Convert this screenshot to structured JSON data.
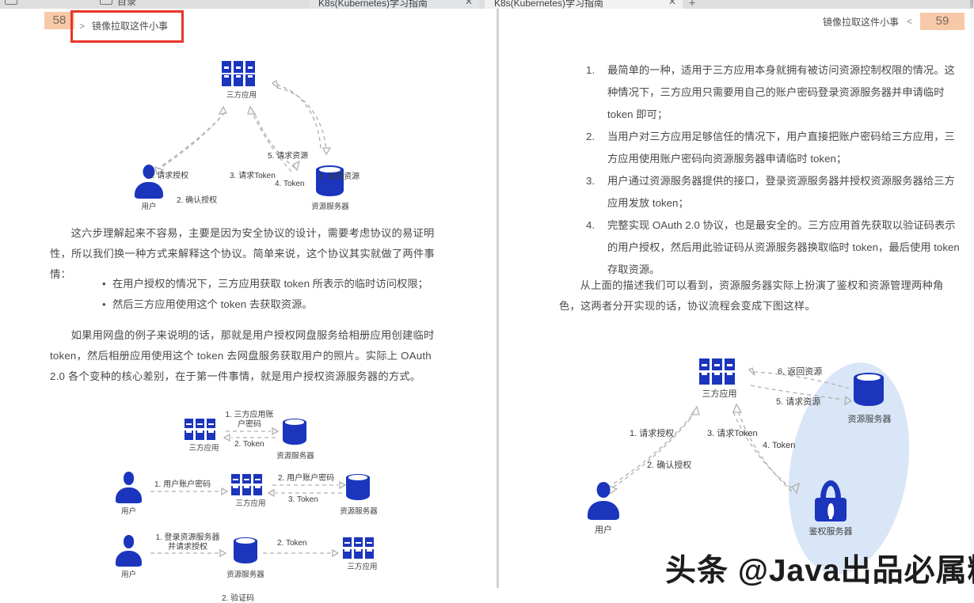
{
  "browser": {
    "icons": [
      "sidebar-panel-icon",
      "reader-panel-icon"
    ],
    "bookmark_label": "目录",
    "tabs": [
      {
        "title": "K8s(Kubernetes)学习指南",
        "close": "✕",
        "active": false
      },
      {
        "title": "K8s(Kubernetes)学习指南",
        "close": "✕",
        "active": true
      }
    ],
    "new_tab_label": "+"
  },
  "left_page": {
    "page_number": "58",
    "breadcrumb_chevron": ">",
    "breadcrumb_title": "镜像拉取这件小事",
    "paragraphs": [
      "这六步理解起来不容易，主要是因为安全协议的设计，需要考虑协议的易证明性，所以我们换一种方式来解释这个协议。简单来说，这个协议其实就做了两件事情：",
      "如果用网盘的例子来说明的话，那就是用户授权网盘服务给相册应用创建临时 token，然后相册应用使用这个 token 去网盘服务获取用户的照片。实际上 OAuth 2.0 各个变种的核心差别，在于第一件事情，就是用户授权资源服务器的方式。"
    ],
    "bullets": [
      "在用户授权的情况下，三方应用获取 token 所表示的临时访问权限；",
      "然后三方应用使用这个 token 去获取资源。"
    ]
  },
  "right_page": {
    "page_number": "59",
    "breadcrumb_title": "镜像拉取这件小事",
    "breadcrumb_chevron": "<",
    "numbered_items": [
      {
        "num": "1.",
        "text": "最简单的一种，适用于三方应用本身就拥有被访问资源控制权限的情况。这种情况下，三方应用只需要用自己的账户密码登录资源服务器并申请临时 token 即可；"
      },
      {
        "num": "2.",
        "text": "当用户对三方应用足够信任的情况下，用户直接把账户密码给三方应用，三方应用使用账户密码向资源服务器申请临时 token；"
      },
      {
        "num": "3.",
        "text": "用户通过资源服务器提供的接口，登录资源服务器并授权资源服务器给三方应用发放 token；"
      },
      {
        "num": "4.",
        "text": "完整实现 OAuth 2.0 协议，也是最安全的。三方应用首先获取以验证码表示的用户授权，然后用此验证码从资源服务器换取临时 token，最后使用 token 存取资源。"
      }
    ],
    "paragraph": "从上面的描述我们可以看到，资源服务器实际上扮演了鉴权和资源管理两种角色，这两者分开实现的话，协议流程会变成下图这样。"
  },
  "diagram_top_left": {
    "nodes": {
      "app": "三方应用",
      "user": "用户",
      "resource_server": "资源服务器"
    },
    "steps": [
      "1. 请求授权",
      "2. 确认授权",
      "3. 请求Token",
      "4. Token",
      "5. 请求资源",
      "6. 返回资源"
    ]
  },
  "diagram_bottom_left": {
    "row1": {
      "app": "三方应用",
      "resource_server": "资源服务器",
      "step1": "1. 三方应用账户密码",
      "step2": "2. Token"
    },
    "row2": {
      "user": "用户",
      "app": "三方应用",
      "resource_server": "资源服务器",
      "step1": "1. 用户账户密码",
      "step2": "2. 用户账户密码",
      "step3": "3. Token"
    },
    "row3": {
      "user": "用户",
      "resource_server": "资源服务器",
      "app": "三方应用",
      "step1": "1. 登录资源服务器并请求授权",
      "step2": "2. Token"
    },
    "row4": {
      "step": "2. 验证码"
    }
  },
  "diagram_right": {
    "nodes": {
      "app": "三方应用",
      "user": "用户",
      "resource_server": "资源服务器",
      "auth_server": "鉴权服务器"
    },
    "steps": [
      "1. 请求授权",
      "2. 确认授权",
      "3. 请求Token",
      "4. Token",
      "5. 请求资源",
      "6. 返回资源"
    ]
  },
  "watermark": {
    "text": "头条 @Java出品必属精品"
  },
  "colors": {
    "accent_blue": "#1b35bd",
    "page_badge": "#f7c9a8",
    "highlight_box": "#e8342a",
    "group_oval": "#d9e6f7",
    "body_text": "#4a4a4a"
  }
}
